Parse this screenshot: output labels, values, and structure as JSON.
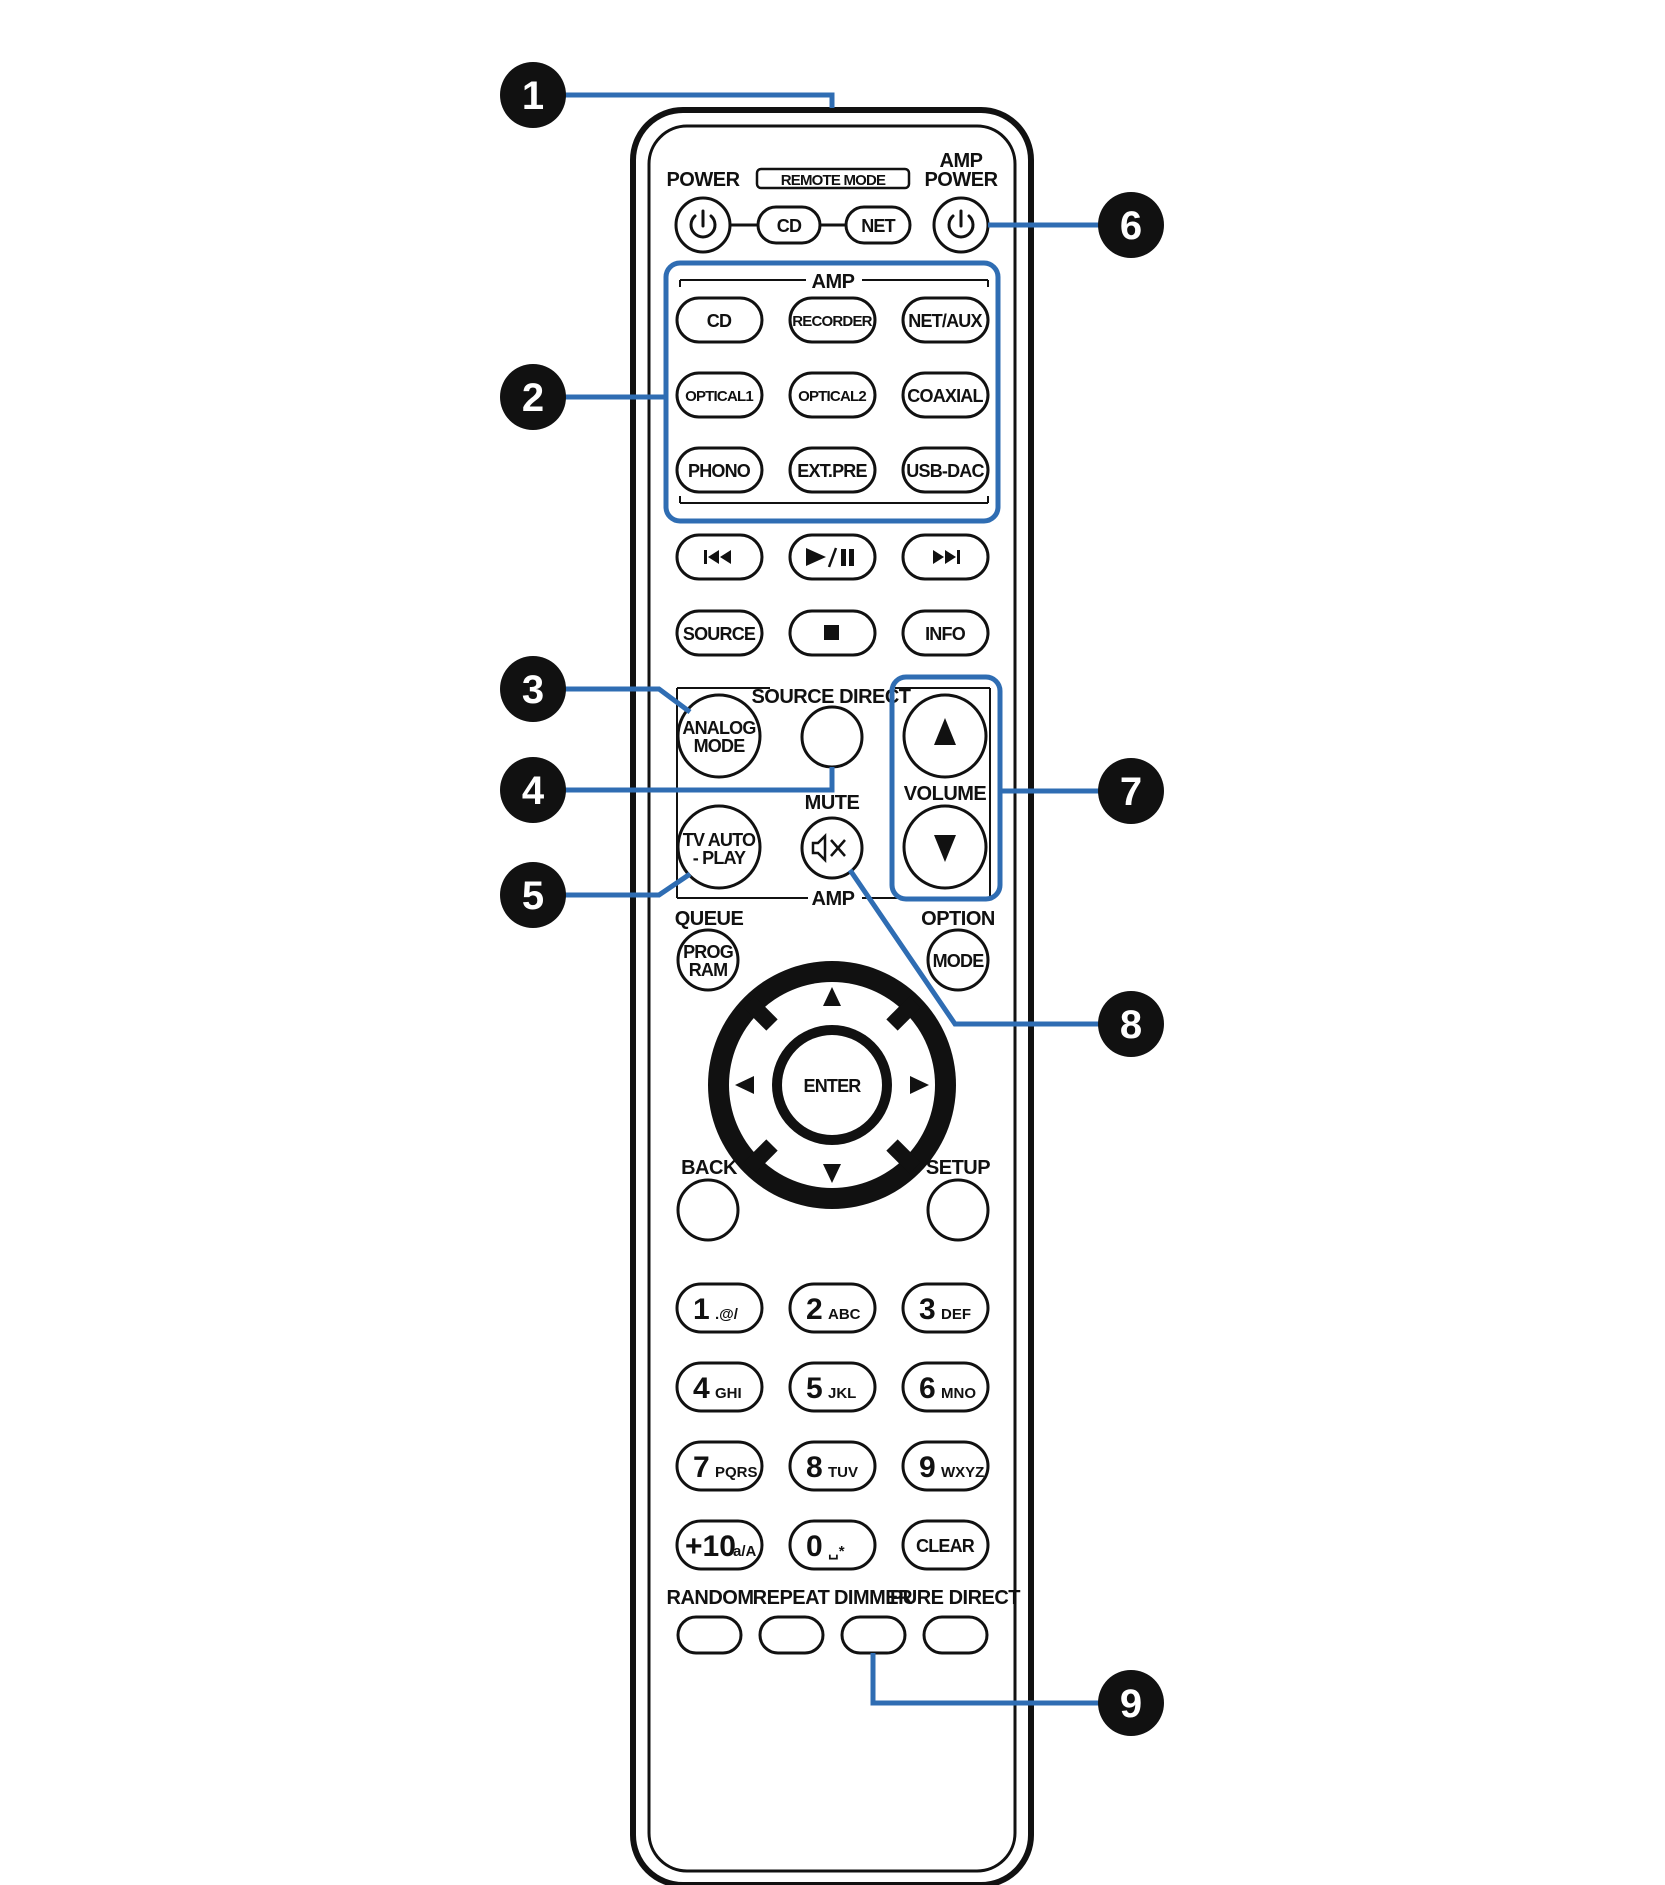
{
  "labels": {
    "power": "POWER",
    "remote_mode": "REMOTE MODE",
    "amp_power_1": "AMP",
    "amp_power_2": "POWER",
    "amp_group": "AMP",
    "source_direct": "SOURCE DIRECT",
    "mute": "MUTE",
    "volume": "VOLUME",
    "amp_bottom": "AMP",
    "queue": "QUEUE",
    "option": "OPTION",
    "back": "BACK",
    "setup": "SETUP",
    "random": "RANDOM",
    "repeat": "REPEAT",
    "dimmer": "DIMMER",
    "pure_direct": "PURE DIRECT"
  },
  "buttons": {
    "cd_mode": "CD",
    "net_mode": "NET",
    "cd": "CD",
    "recorder": "RECORDER",
    "net_aux": "NET/AUX",
    "optical1": "OPTICAL1",
    "optical2": "OPTICAL2",
    "coaxial": "COAXIAL",
    "phono": "PHONO",
    "ext_pre": "EXT.PRE",
    "usb_dac": "USB-DAC",
    "source": "SOURCE",
    "info": "INFO",
    "analog_mode_1": "ANALOG",
    "analog_mode_2": "MODE",
    "tv_auto_1": "TV AUTO",
    "tv_auto_2": "- PLAY",
    "prog_1": "PROG",
    "prog_2": "RAM",
    "mode": "MODE",
    "enter": "ENTER",
    "clear": "CLEAR"
  },
  "keypad": [
    {
      "num": "1",
      "sub": ".@/"
    },
    {
      "num": "2",
      "sub": "ABC"
    },
    {
      "num": "3",
      "sub": "DEF"
    },
    {
      "num": "4",
      "sub": "GHI"
    },
    {
      "num": "5",
      "sub": "JKL"
    },
    {
      "num": "6",
      "sub": "MNO"
    },
    {
      "num": "7",
      "sub": "PQRS"
    },
    {
      "num": "8",
      "sub": "TUV"
    },
    {
      "num": "9",
      "sub": "WXYZ"
    },
    {
      "num": "+10",
      "sub": "a/A"
    },
    {
      "num": "0",
      "sub": "␣*"
    }
  ],
  "callouts": [
    "1",
    "2",
    "3",
    "4",
    "5",
    "6",
    "7",
    "8",
    "9"
  ],
  "icons": {
    "power": "power-icon",
    "play_pause": "play-pause-icon",
    "stop": "stop-icon",
    "prev": "skip-previous-icon",
    "next": "skip-next-icon",
    "mute": "mute-icon"
  },
  "colors": {
    "callout_blue": "#2f6db3",
    "outline": "#111111"
  }
}
